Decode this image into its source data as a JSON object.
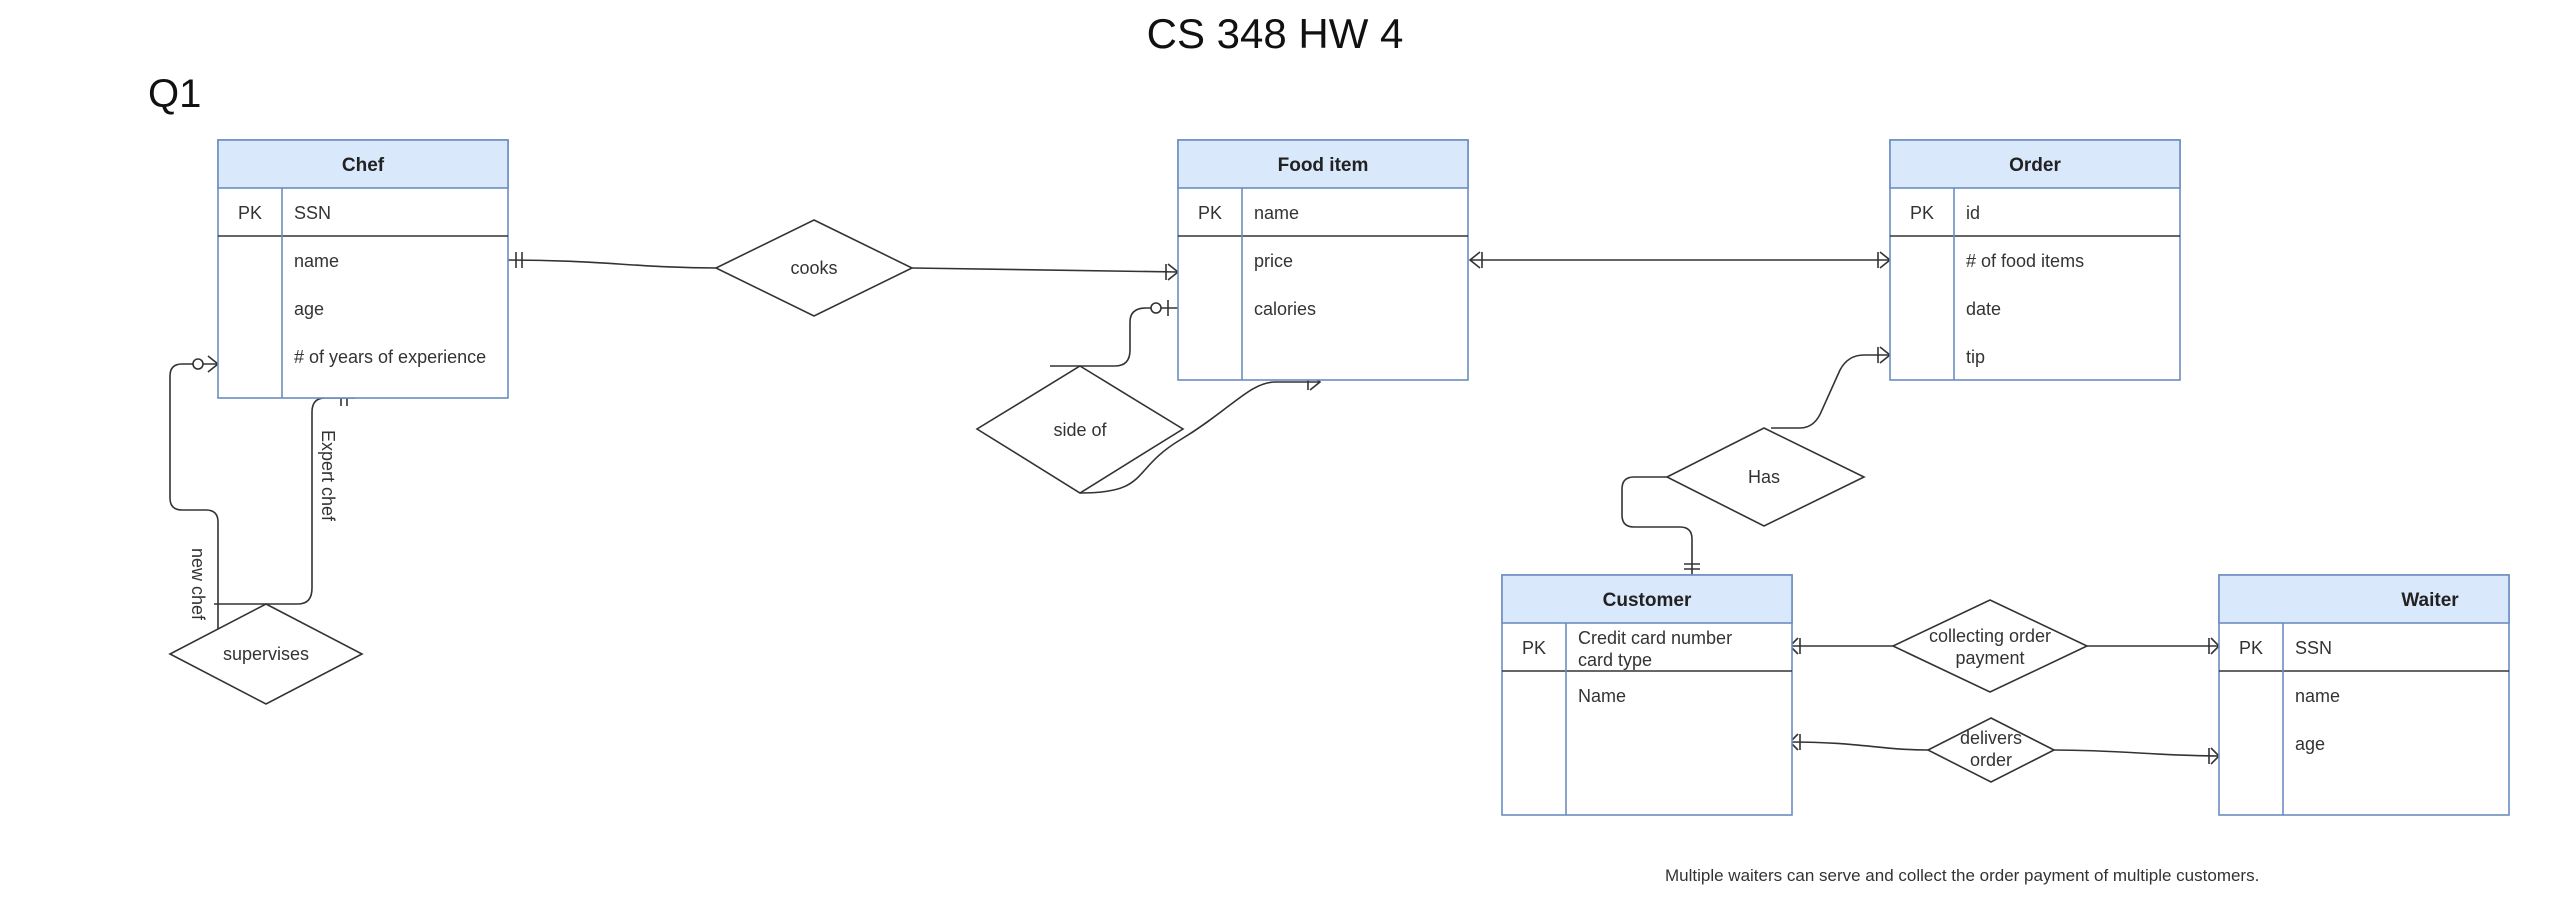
{
  "title": "CS 348 HW 4",
  "section": "Q1",
  "colors": {
    "header_fill": "#dae8fc",
    "border": "#6c8ebf",
    "line": "#333333"
  },
  "entities": {
    "chef": {
      "name": "Chef",
      "pk_label": "PK",
      "pk": "SSN",
      "attributes": [
        "name",
        "age",
        "# of years of experience"
      ]
    },
    "food_item": {
      "name": "Food item",
      "pk_label": "PK",
      "pk": "name",
      "attributes": [
        "price",
        "calories"
      ]
    },
    "order": {
      "name": "Order",
      "pk_label": "PK",
      "pk": "id",
      "attributes": [
        "# of food items",
        "date",
        "tip"
      ]
    },
    "customer": {
      "name": "Customer",
      "pk_label": "PK",
      "pk_lines": [
        "Credit card number",
        "card type"
      ],
      "attributes": [
        "Name"
      ]
    },
    "waiter": {
      "name": "Waiter",
      "pk_label": "PK",
      "pk": "SSN",
      "attributes": [
        "name",
        "age"
      ]
    }
  },
  "relationships": {
    "cooks": "cooks",
    "side_of": "side of",
    "supervises": "supervises",
    "has": "Has",
    "collecting": [
      "collecting order",
      "payment"
    ],
    "delivers": [
      "delivers",
      "order"
    ]
  },
  "role_labels": {
    "expert_chef": "Expert chef",
    "new_chef": "new chef"
  },
  "footnote": "Multiple waiters can serve and collect the order payment of multiple customers."
}
